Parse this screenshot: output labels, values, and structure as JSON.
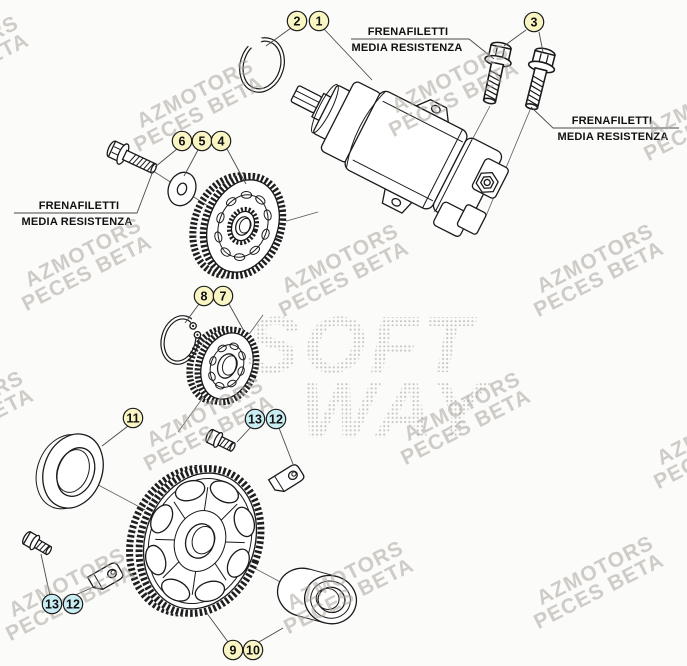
{
  "watermark": {
    "line1": "AZMOTORS",
    "line2": "PECES BETA"
  },
  "center_watermark": {
    "line1": "SOFT",
    "line2": "WAY"
  },
  "note_labels": {
    "left": {
      "line1": "FRENAFILETTI",
      "line2": "MEDIA RESISTENZA"
    },
    "top": {
      "line1": "FRENAFILETTI",
      "line2": "MEDIA RESISTENZA"
    },
    "right": {
      "line1": "FRENAFILETTI",
      "line2": "MEDIA RESISTENZA"
    }
  },
  "callouts": {
    "c1": "1",
    "c2": "2",
    "c3": "3",
    "c4": "4",
    "c5": "5",
    "c6": "6",
    "c7": "7",
    "c8": "8",
    "c9": "9",
    "c10": "10",
    "c11": "11",
    "c12a": "12",
    "c13a": "13",
    "c12b": "12",
    "c13b": "13"
  },
  "colors": {
    "callout_yellow": "#f9f6c3",
    "callout_cyan": "#c9edf2",
    "line_ink": "#1a1a1a",
    "watermark_gray": "#aba69f"
  }
}
